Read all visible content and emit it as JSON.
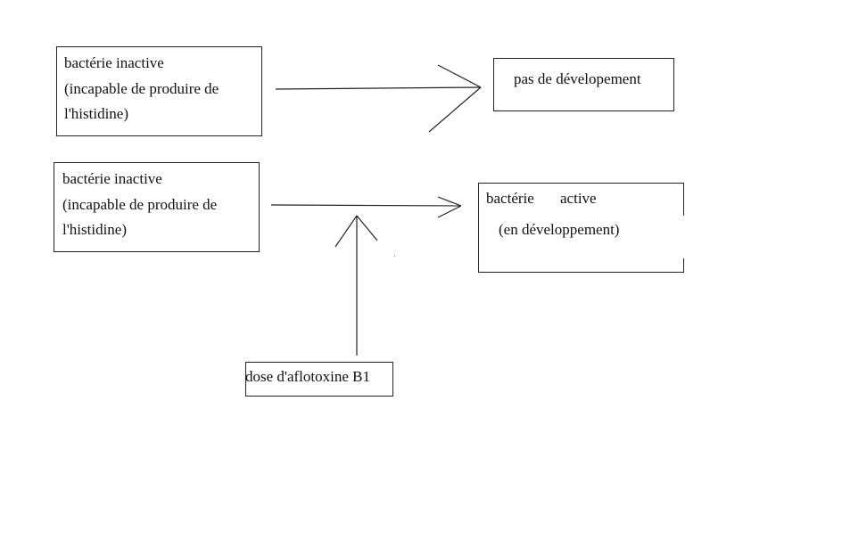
{
  "diagram": {
    "box_top_left": {
      "lines": [
        "bactérie inactive",
        "(incapable de produire de",
        "l'histidine)"
      ]
    },
    "box_mid_left": {
      "lines": [
        "bactérie inactive",
        "(incapable de produire de",
        "l'histidine)"
      ]
    },
    "box_top_right": {
      "text": "pas de dévelopement"
    },
    "box_mid_right": {
      "line1_word1": "bactérie",
      "line1_word2": "active",
      "line2": "(en développement)"
    },
    "box_bottom": {
      "text": "dose d'aflotoxine B1"
    },
    "stroke_color": "#222222"
  }
}
